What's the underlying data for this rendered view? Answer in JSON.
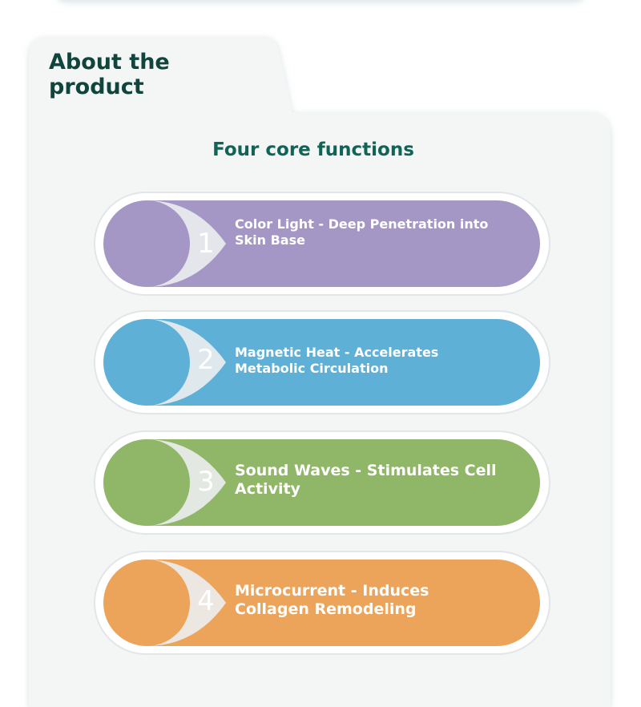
{
  "heading": {
    "about": "About the product"
  },
  "section": {
    "title": "Four core functions"
  },
  "functions": [
    {
      "number": "1",
      "label": "Color Light - Deep Penetration into Skin Base",
      "color": "#a497c6"
    },
    {
      "number": "2",
      "label": "Magnetic Heat - Accelerates Metabolic Circulation",
      "color": "#5eb0d6"
    },
    {
      "number": "3",
      "label": "Sound Waves - Stimulates Cell Activity",
      "color": "#90b667"
    },
    {
      "number": "4",
      "label": "Microcurrent - Induces Collagen Remodeling",
      "color": "#eba45a"
    }
  ],
  "colors": {
    "heading": "#10443d",
    "title": "#116356",
    "panel": "#f4f5f5"
  }
}
